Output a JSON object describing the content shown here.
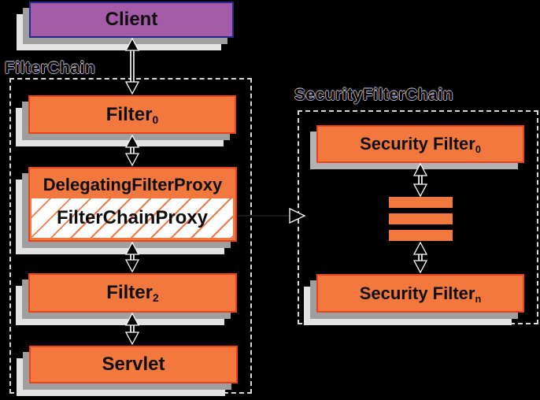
{
  "client": {
    "label": "Client"
  },
  "filter_chain": {
    "title": "FilterChain",
    "filter0": {
      "label": "Filter",
      "sub": "0"
    },
    "delegating_filter_proxy": {
      "label": "DelegatingFilterProxy"
    },
    "filter_chain_proxy": {
      "label": "FilterChainProxy"
    },
    "filter2": {
      "label": "Filter",
      "sub": "2"
    },
    "servlet": {
      "label": "Servlet"
    }
  },
  "security_filter_chain": {
    "title": "SecurityFilterChain",
    "security_filter0": {
      "label": "Security Filter",
      "sub": "0"
    },
    "security_filtern": {
      "label": "Security Filter",
      "sub": "n"
    }
  },
  "colors": {
    "background": "#000000",
    "box_orange": "#f2783e",
    "box_orange_border": "#e8431c",
    "client_purple": "#a55ca8",
    "client_border_navy": "#232a8c",
    "shadow_near": "#9f9f9f",
    "shadow_far": "#e3e3e3",
    "dashed_border": "#d8d8d8",
    "hatch_white": "#ffffff"
  }
}
